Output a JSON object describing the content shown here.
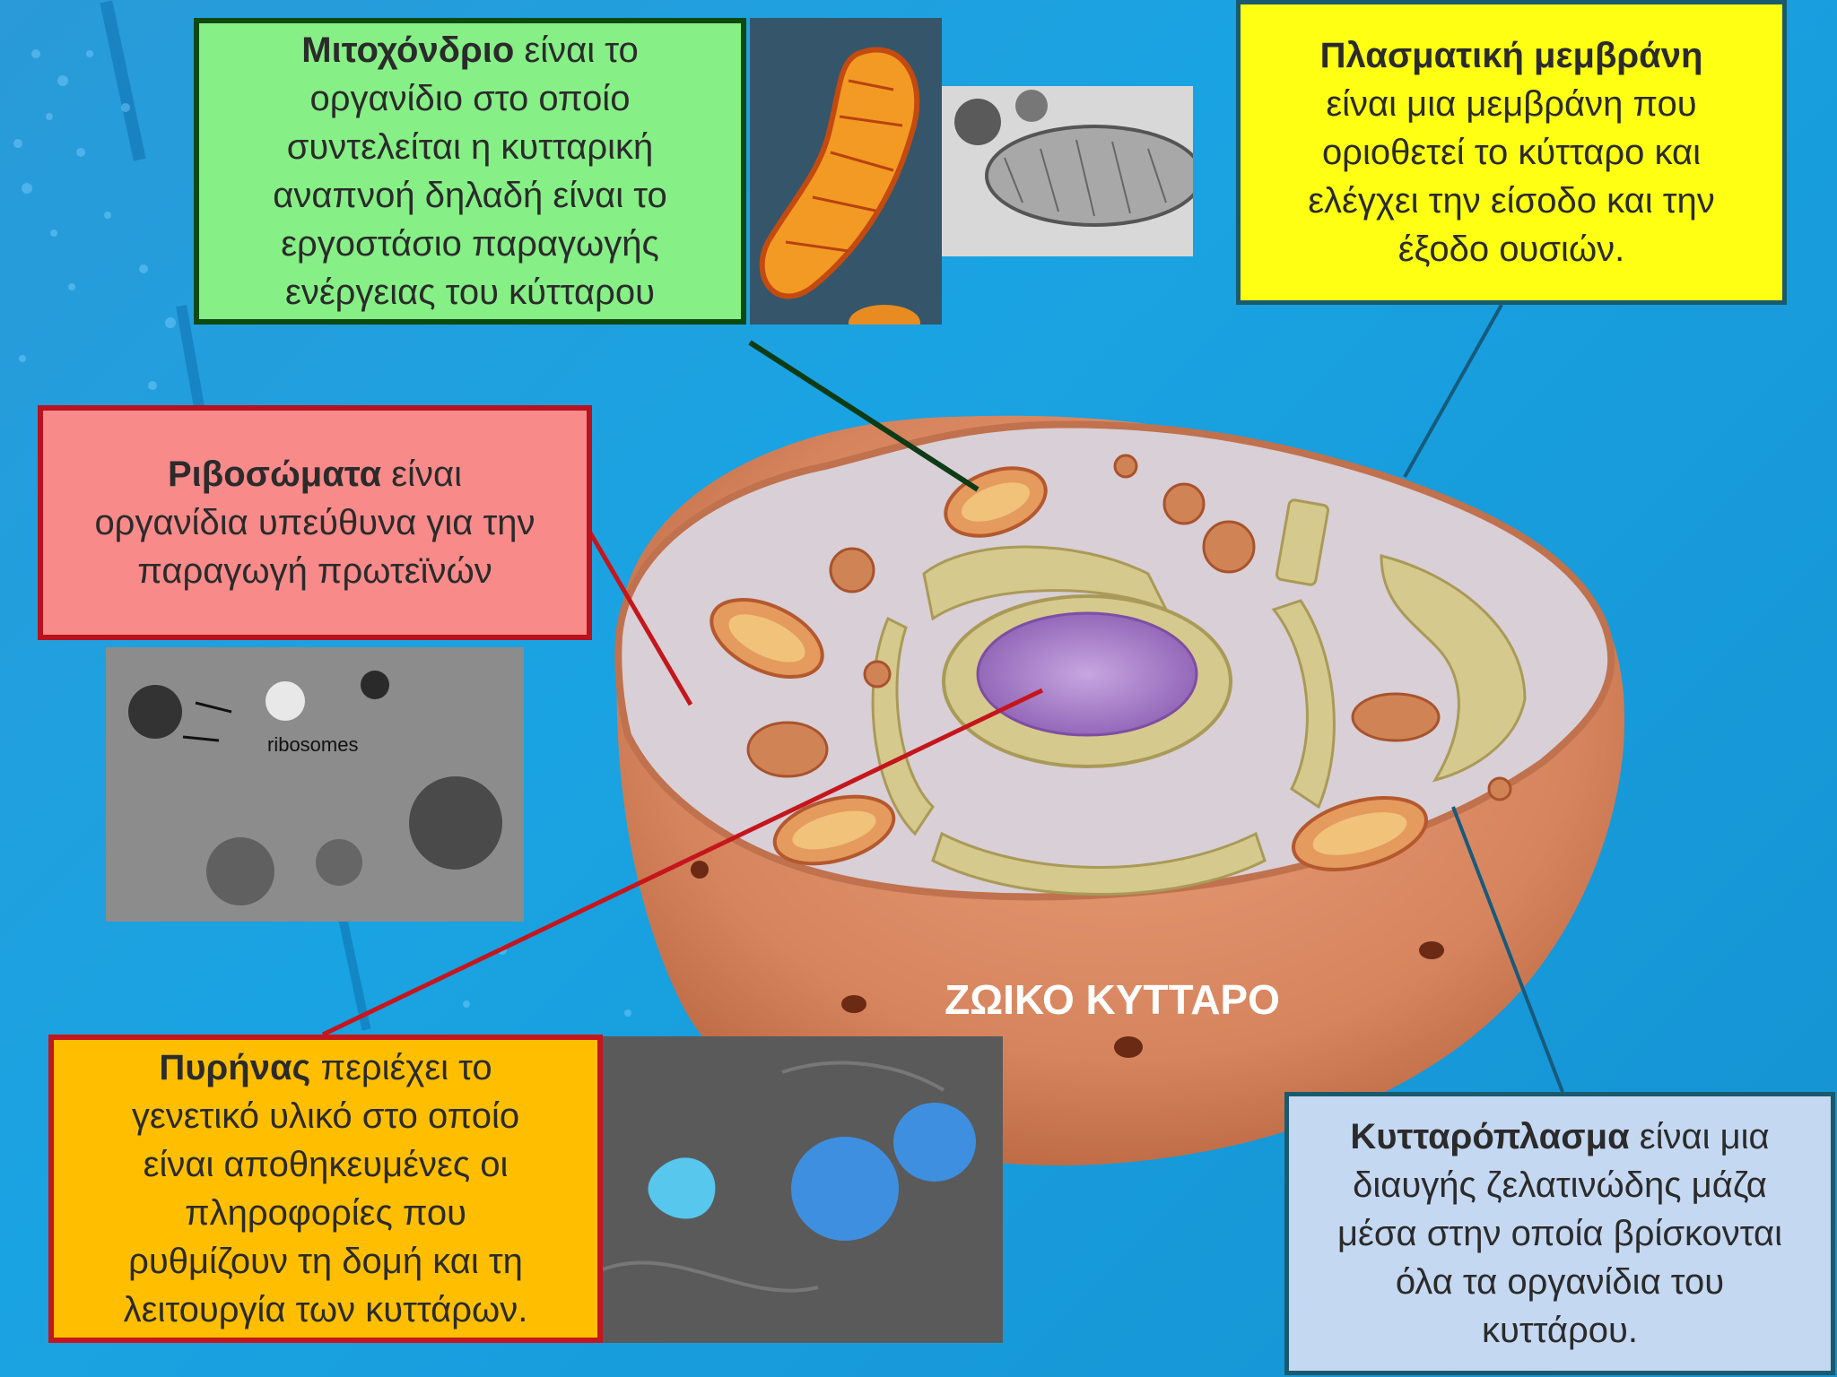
{
  "slide": {
    "cell_title": "ΖΩΙΚΟ ΚΥΤΤΑΡΟ"
  },
  "mitochondrion": {
    "term": "Μιτοχόνδριο",
    "text_1": " είναι το",
    "line_2": "οργανίδιο στο οποίο",
    "line_3": "συντελείται η κυτταρική",
    "line_4": "αναπνοή δηλαδή είναι το",
    "line_5": "εργοστάσιο παραγωγής",
    "line_6": "ενέργειας του κύτταρου"
  },
  "plasma_membrane": {
    "term": "Πλασματική μεμβράνη",
    "line_2": "είναι μια μεμβράνη που",
    "line_3": "οριοθετεί το κύτταρο και",
    "line_4": "ελέγχει την είσοδο και την",
    "line_5": "έξοδο ουσιών."
  },
  "ribosomes": {
    "term": "Ριβοσώματα",
    "text_1": " είναι",
    "line_2": "οργανίδια υπεύθυνα για την",
    "line_3": "παραγωγή πρωτεϊνών",
    "photo_label": "ribosomes"
  },
  "nucleus": {
    "term": "Πυρήνας",
    "text_1": " περιέχει το",
    "line_2": "γενετικό υλικό στο οποίο",
    "line_3": "είναι αποθηκευμένες οι",
    "line_4": "πληροφορίες που",
    "line_5": "ρυθμίζουν τη δομή και τη",
    "line_6": "λειτουργία των κυττάρων."
  },
  "cytoplasm": {
    "term": "Κυτταρόπλασμα",
    "text_1": " είναι μια",
    "line_2": "διαυγής ζελατινώδης μάζα",
    "line_3": "μέσα στην οποία βρίσκονται",
    "line_4": "όλα τα οργανίδια του",
    "line_5": "κυττάρου."
  },
  "colors": {
    "background": "#1aa3e2",
    "mitochondrion_box": "#86ef86",
    "plasma_box": "#ffff14",
    "ribosome_box": "#f88a8a",
    "nucleus_box": "#ffbf00",
    "cytoplasm_box": "#c5d8f2",
    "cell_outer": "#d98a62",
    "cell_inner": "#d8cfd6",
    "nucleus_purple": "#a27ac4"
  }
}
